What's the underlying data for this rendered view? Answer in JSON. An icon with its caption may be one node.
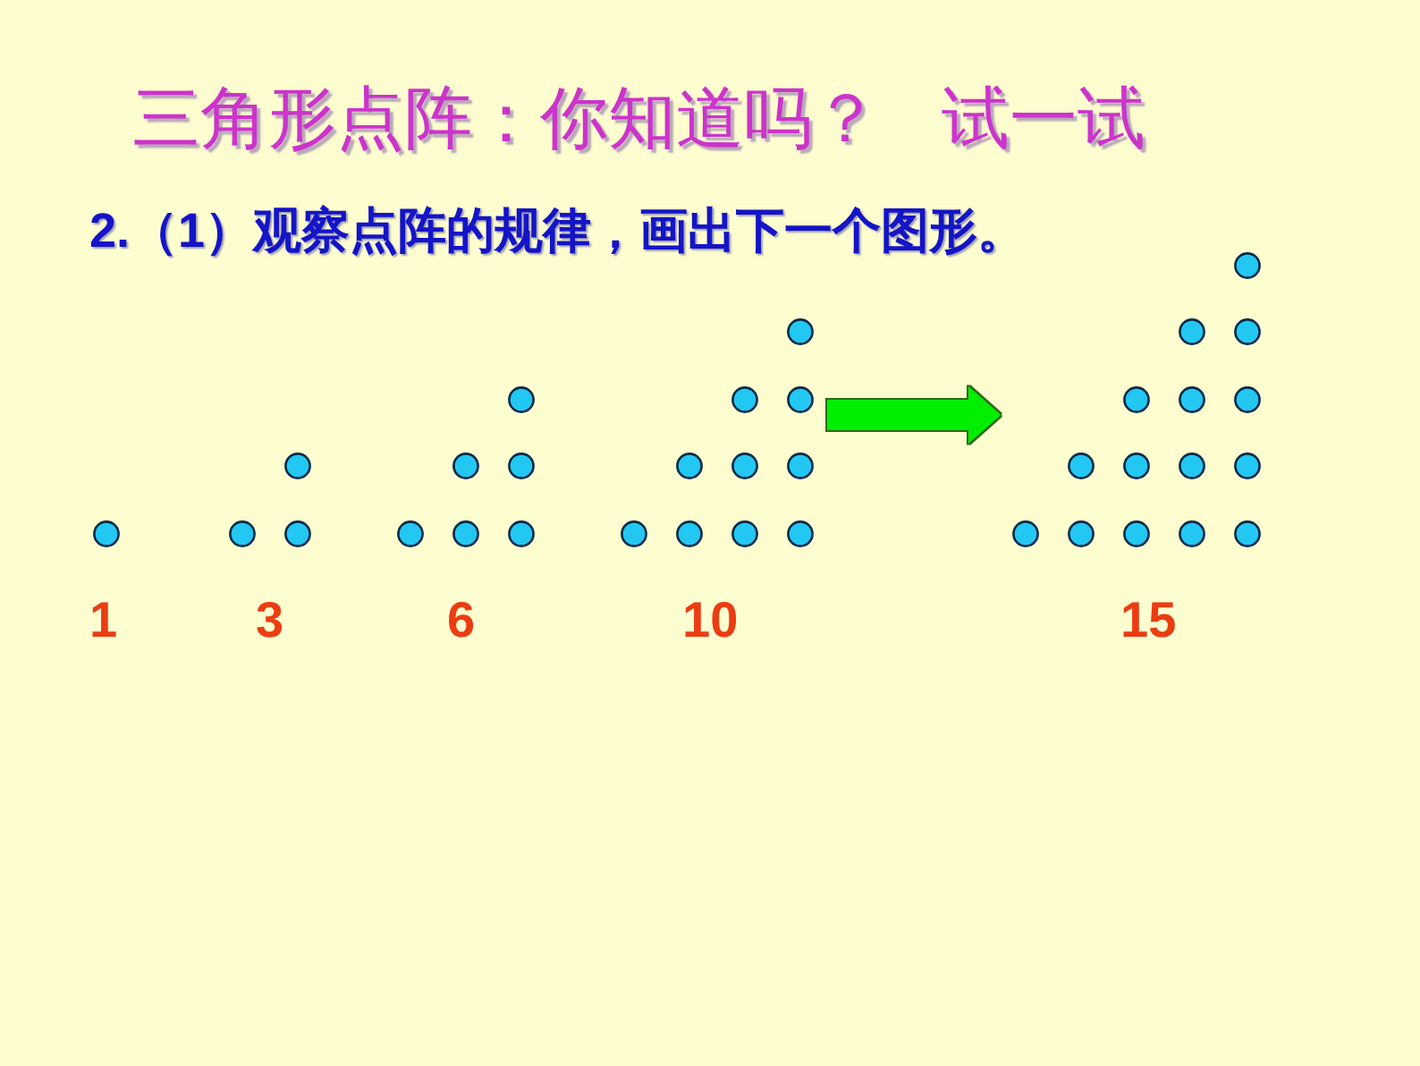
{
  "diagram": {
    "title": "三角形点阵：你知道吗？ 试一试",
    "nodes": [
      {
        "text": [],
        "shape": "dots",
        "beside": [
          "1"
        ]
      },
      {
        "text": [],
        "shape": "dots",
        "beside": [
          "3"
        ]
      },
      {
        "text": [],
        "shape": "dots",
        "beside": [
          "6"
        ]
      },
      {
        "text": [],
        "shape": "dots",
        "beside": [
          "10"
        ]
      },
      {
        "text": [],
        "shape": "dots",
        "beside": [
          "15"
        ]
      }
    ],
    "edges": [
      {
        "from": 3,
        "to": 4,
        "arrow": "to"
      }
    ],
    "labels": [
      "2.（1）观察点阵的规律，画出下一个图形。"
    ]
  }
}
